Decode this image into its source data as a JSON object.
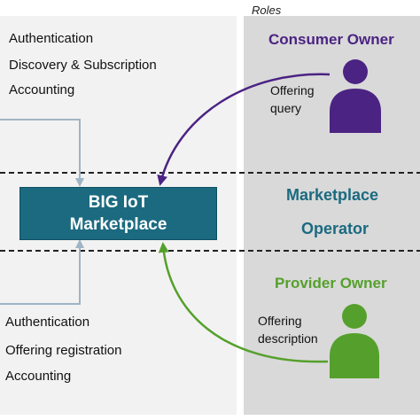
{
  "roles_label": "Roles",
  "top_left": {
    "items": [
      "Authentication",
      "Discovery & Subscription",
      "Accounting"
    ]
  },
  "bottom_left": {
    "items": [
      "Authentication",
      "Offering registration",
      "Accounting"
    ]
  },
  "marketplace_box": {
    "line1": "BIG IoT",
    "line2": "Marketplace"
  },
  "consumer": {
    "title": "Consumer Owner",
    "label_line1": "Offering",
    "label_line2": "query",
    "color": "#4b2383"
  },
  "operator": {
    "line1": "Marketplace",
    "line2": "Operator",
    "color": "#1b6a80"
  },
  "provider": {
    "title": "Provider Owner",
    "label_line1": "Offering",
    "label_line2": "description",
    "color": "#55a02c"
  },
  "colors": {
    "left_panel": "#f2f2f2",
    "right_panel": "#d9d9d9",
    "connector_lines": "#9fb4c4",
    "marketplace_box": "#1b6a80"
  }
}
